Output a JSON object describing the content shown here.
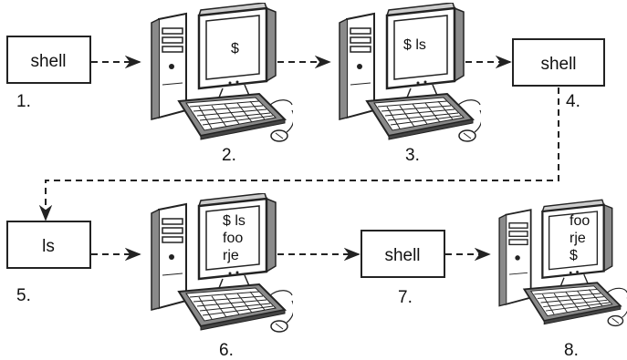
{
  "steps": [
    {
      "number": "1.",
      "kind": "box",
      "text": "shell"
    },
    {
      "number": "2.",
      "kind": "computer",
      "screen": [
        "$"
      ]
    },
    {
      "number": "3.",
      "kind": "computer",
      "screen": [
        "$ ls"
      ]
    },
    {
      "number": "4.",
      "kind": "box",
      "text": "shell"
    },
    {
      "number": "5.",
      "kind": "box",
      "text": "ls"
    },
    {
      "number": "6.",
      "kind": "computer",
      "screen": [
        "$ ls",
        "foo",
        "rje"
      ]
    },
    {
      "number": "7.",
      "kind": "box",
      "text": "shell"
    },
    {
      "number": "8.",
      "kind": "computer",
      "screen": [
        "foo",
        "rje",
        "$"
      ]
    }
  ],
  "colors": {
    "ink": "#222222",
    "screen": "#ffffff",
    "shade": "#8a8a8a"
  }
}
